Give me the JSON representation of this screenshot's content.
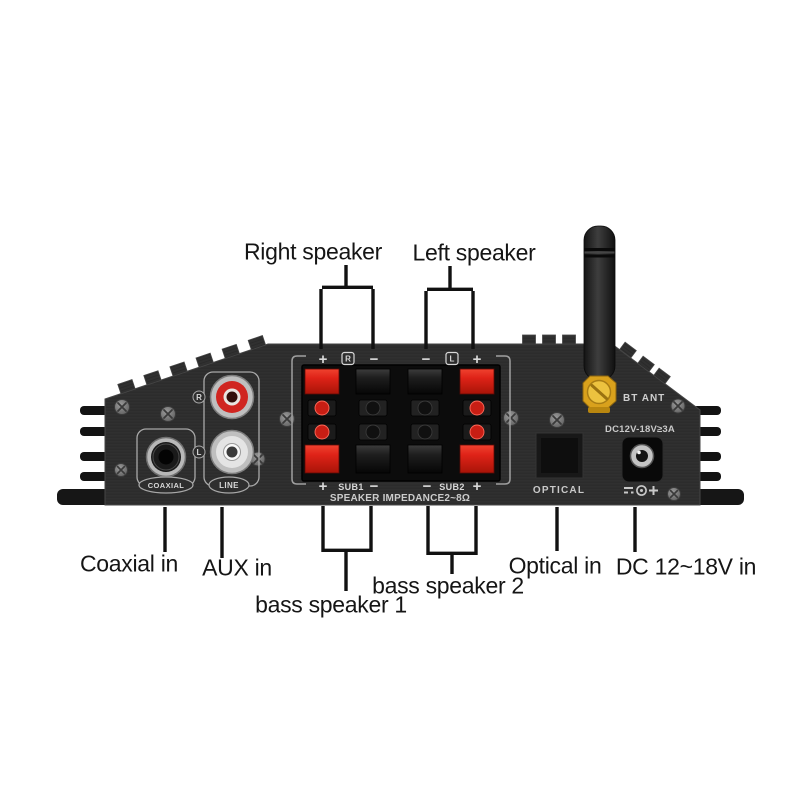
{
  "callouts": {
    "right_speaker": "Right speaker",
    "left_speaker": "Left speaker",
    "coaxial_in": "Coaxial in",
    "aux_in": "AUX in",
    "bass_speaker_1": "bass speaker 1",
    "bass_speaker_2": "bass speaker 2",
    "optical_in": "Optical in",
    "dc_in": "DC 12~18V in"
  },
  "panel": {
    "section_coaxial": {
      "label": "COAXIAL"
    },
    "section_line": {
      "label": "LINE",
      "right_marker": "R",
      "left_marker": "L"
    },
    "speaker_block": {
      "top": [
        "+",
        "R",
        "−",
        "−",
        "L",
        "+"
      ],
      "bottom": [
        "+",
        "SUB1",
        "−",
        "−",
        "SUB2",
        "+"
      ],
      "impedance": "SPEAKER IMPEDANCE2~8Ω"
    },
    "optical_label": "OPTICAL",
    "dc_rating": "DC12V-18V≥3A",
    "bt_ant_label": "BT ANT"
  },
  "colors": {
    "background": "#ffffff",
    "chassis": "#2f2f2f",
    "flange": "#161616",
    "terminal_red": "#df2318",
    "terminal_black": "#1e1e1e",
    "rca_red": "#d02520",
    "rca_white": "#e4e4e4",
    "antenna_gold": "#d9a11c",
    "panel_text": "#c9c9c9",
    "callout_text": "#151515"
  }
}
